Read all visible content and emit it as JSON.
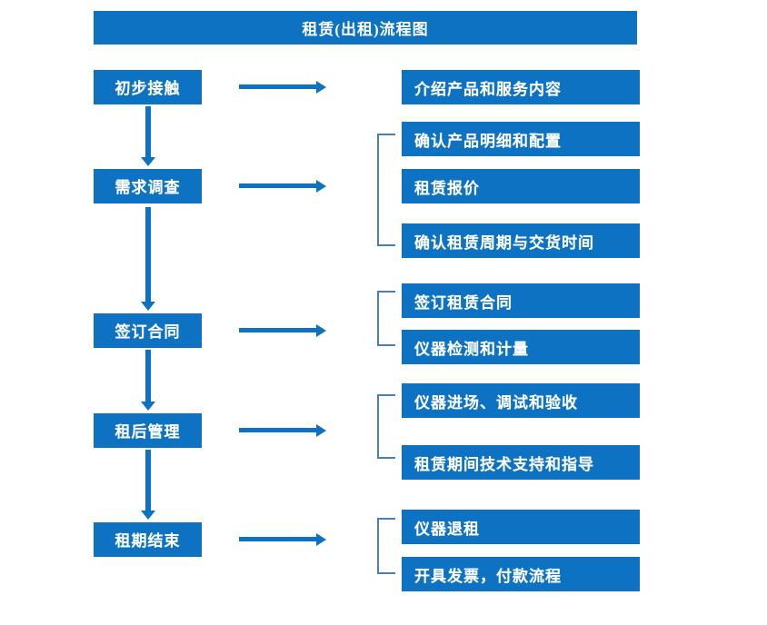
{
  "title": "租赁(出租)流程图",
  "theme": {
    "fill": "#0E72C3",
    "bracket": "#4A7EBB",
    "text": "#FFFFFF",
    "background": "#FFFFFF"
  },
  "stages": [
    {
      "label": "初步接触"
    },
    {
      "label": "需求调查"
    },
    {
      "label": "签订合同"
    },
    {
      "label": "租后管理"
    },
    {
      "label": "租期结束"
    }
  ],
  "details": [
    {
      "label": "介绍产品和服务内容"
    },
    {
      "label": "确认产品明细和配置"
    },
    {
      "label": "租赁报价"
    },
    {
      "label": "确认租赁周期与交货时间"
    },
    {
      "label": "签订租赁合同"
    },
    {
      "label": "仪器检测和计量"
    },
    {
      "label": "仪器进场、调试和验收"
    },
    {
      "label": "租赁期间技术支持和指导"
    },
    {
      "label": "仪器退租"
    },
    {
      "label": "开具发票，付款流程"
    }
  ]
}
